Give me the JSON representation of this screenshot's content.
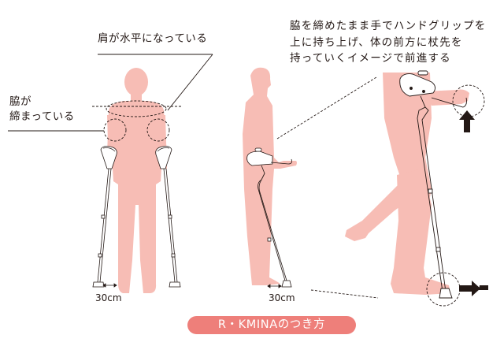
{
  "labels": {
    "shoulder": "肩が水平になっている",
    "armpit_line1": "脇が",
    "armpit_line2": "締まっている",
    "instruction_line1": "脇を締めたまま手でハンドグリップを",
    "instruction_line2": "上に持ち上げ、体の前方に杖先を",
    "instruction_line3": "持っていくイメージで前進する"
  },
  "distances": {
    "left": "30cm",
    "middle": "30cm"
  },
  "badge": {
    "text": "R・KMINAのつき方",
    "color": "#EE7F7A"
  },
  "colors": {
    "body": "#F7BDB5",
    "line": "#231815",
    "arrow": "#231815",
    "background": "#FFFFFF"
  },
  "icons": {
    "up_arrow": "up-arrow",
    "right_arrow": "right-arrow"
  }
}
